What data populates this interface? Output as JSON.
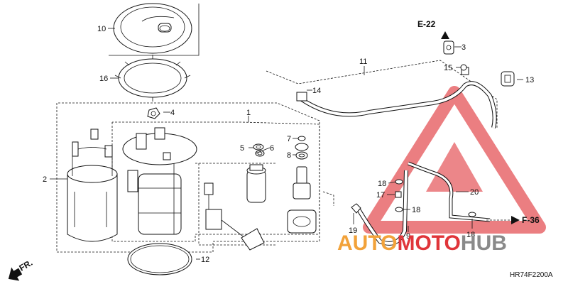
{
  "callouts": [
    {
      "id": "c1",
      "text": "1"
    },
    {
      "id": "c2",
      "text": "2"
    },
    {
      "id": "c3",
      "text": "3"
    },
    {
      "id": "c4",
      "text": "4"
    },
    {
      "id": "c5",
      "text": "5"
    },
    {
      "id": "c6",
      "text": "6"
    },
    {
      "id": "c7",
      "text": "7"
    },
    {
      "id": "c8",
      "text": "8"
    },
    {
      "id": "c9",
      "text": "9"
    },
    {
      "id": "c10",
      "text": "10"
    },
    {
      "id": "c11",
      "text": "11"
    },
    {
      "id": "c12",
      "text": "12"
    },
    {
      "id": "c13",
      "text": "13"
    },
    {
      "id": "c14",
      "text": "14"
    },
    {
      "id": "c15",
      "text": "15"
    },
    {
      "id": "c16",
      "text": "16"
    },
    {
      "id": "c17",
      "text": "17"
    },
    {
      "id": "c18a",
      "text": "18"
    },
    {
      "id": "c18b",
      "text": "18"
    },
    {
      "id": "c18c",
      "text": "18"
    },
    {
      "id": "c19",
      "text": "19"
    },
    {
      "id": "c20",
      "text": "20"
    }
  ],
  "references": {
    "e22": "E-22",
    "f36": "F-36"
  },
  "direction": "FR.",
  "diagram_code": "HR74F2200A",
  "watermark": {
    "part1": "AUTO",
    "part2": "MOTO",
    "part3": "HUB"
  },
  "colors": {
    "watermark_orange": "#f2a23a",
    "watermark_red": "#e0353a",
    "watermark_gray": "#8a8a8a",
    "line": "#111111"
  }
}
